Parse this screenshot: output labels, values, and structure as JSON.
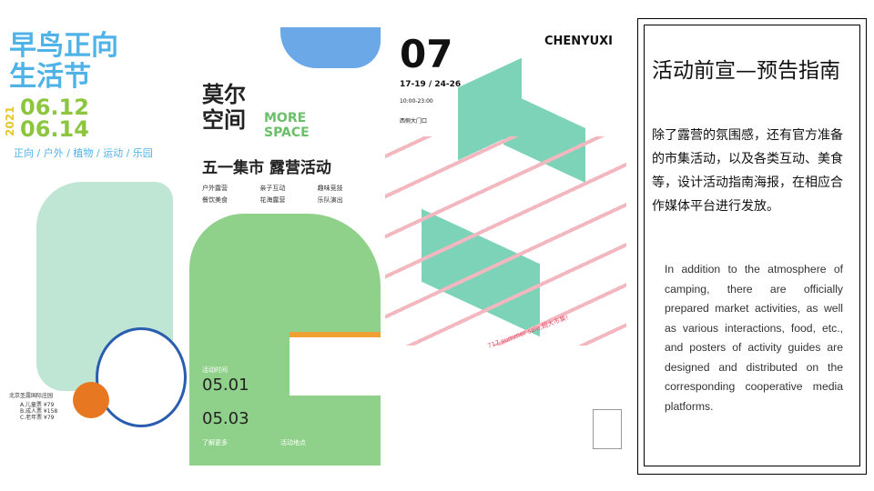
{
  "posters": [
    {
      "title": "早鸟正向生活节",
      "year": "2021",
      "date_start": "06.12",
      "date_end": "06.14",
      "tags": "正向 / 户外 / 植物 / 运动 / 乐园",
      "location": "北京圣露国际庄园",
      "tickets": [
        "A.儿童票 ¥79",
        "B.成人票 ¥158",
        "C.老年票 ¥79"
      ]
    },
    {
      "title_cn": "莫尔空间",
      "title_en": "MORE SPACE",
      "subtitle": "五一集市 露营活动",
      "features": [
        "户外露营",
        "亲子互动",
        "趣味竞技",
        "餐饮美食",
        "花海露营",
        "乐队演出"
      ],
      "time_label": "活动时间",
      "date_start": "05.01",
      "date_end": "05.03",
      "more_label": "了解更多",
      "place_label": "活动地点"
    },
    {
      "month": "07",
      "brand": "CHENYUXI",
      "days": "17-19 / 24-26",
      "hours": "10:00-23:00",
      "place": "西侧大门口",
      "slogan": "717 summer sale,超大市集!"
    }
  ],
  "panel": {
    "title": "活动前宣—预告指南",
    "body_cn": "除了露营的氛围感，还有官方准备的市集活动，以及各类互动、美食等，设计活动指南海报，在相应合作媒体平台进行发放。",
    "body_en": "In addition to the atmosphere of camping, there are officially prepared market activities, as well as various interactions, food, etc., and posters of activity guides are designed and distributed on the corresponding cooperative media platforms."
  },
  "colors": {
    "blue": "#4fb3e8",
    "green": "#8cc63f",
    "mint": "#7dd3b8",
    "pink": "#e8536a",
    "poster2_green": "#8fd18a"
  }
}
